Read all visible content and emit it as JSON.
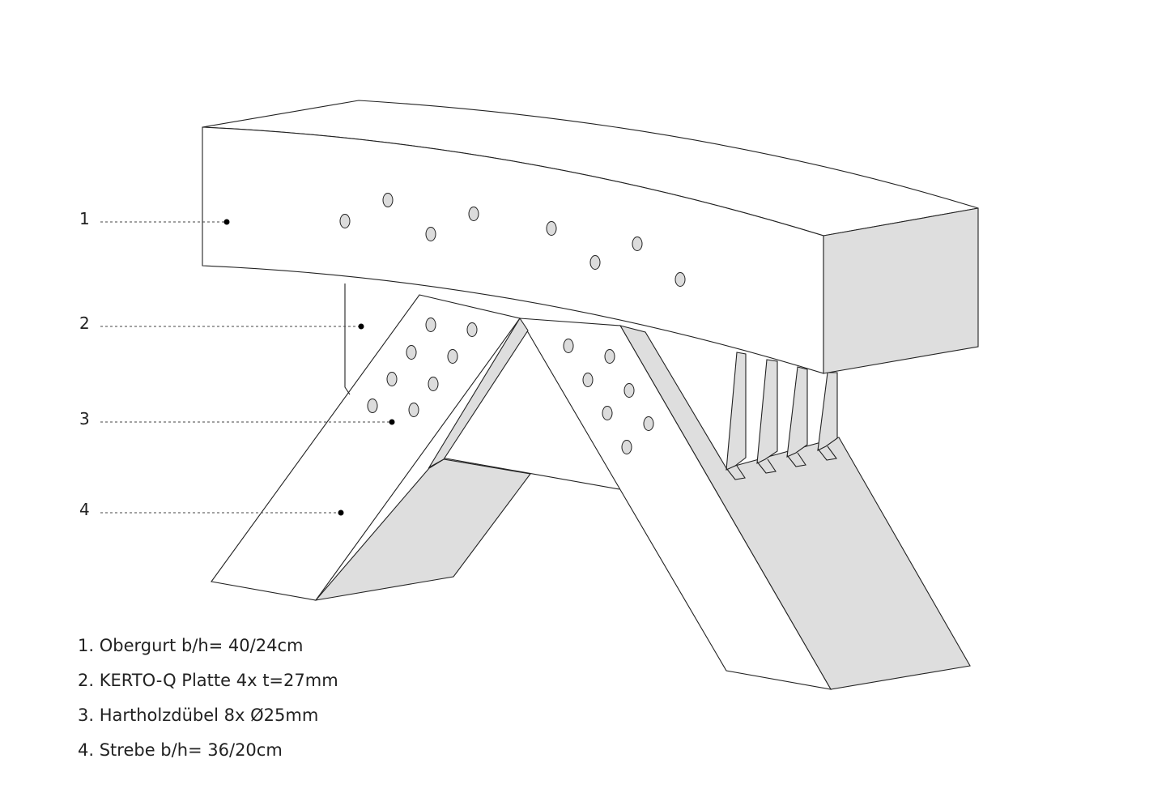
{
  "callouts": [
    {
      "number": "1"
    },
    {
      "number": "2"
    },
    {
      "number": "3"
    },
    {
      "number": "4"
    }
  ],
  "legend": [
    "1. Obergurt b/h= 40/24cm",
    "2. KERTO-Q Platte 4x t=27mm",
    "3. Hartholzdübel 8x Ø25mm",
    "4. Strebe b/h= 36/20cm"
  ],
  "colors": {
    "line": "#222222",
    "shade": "#dedede"
  }
}
